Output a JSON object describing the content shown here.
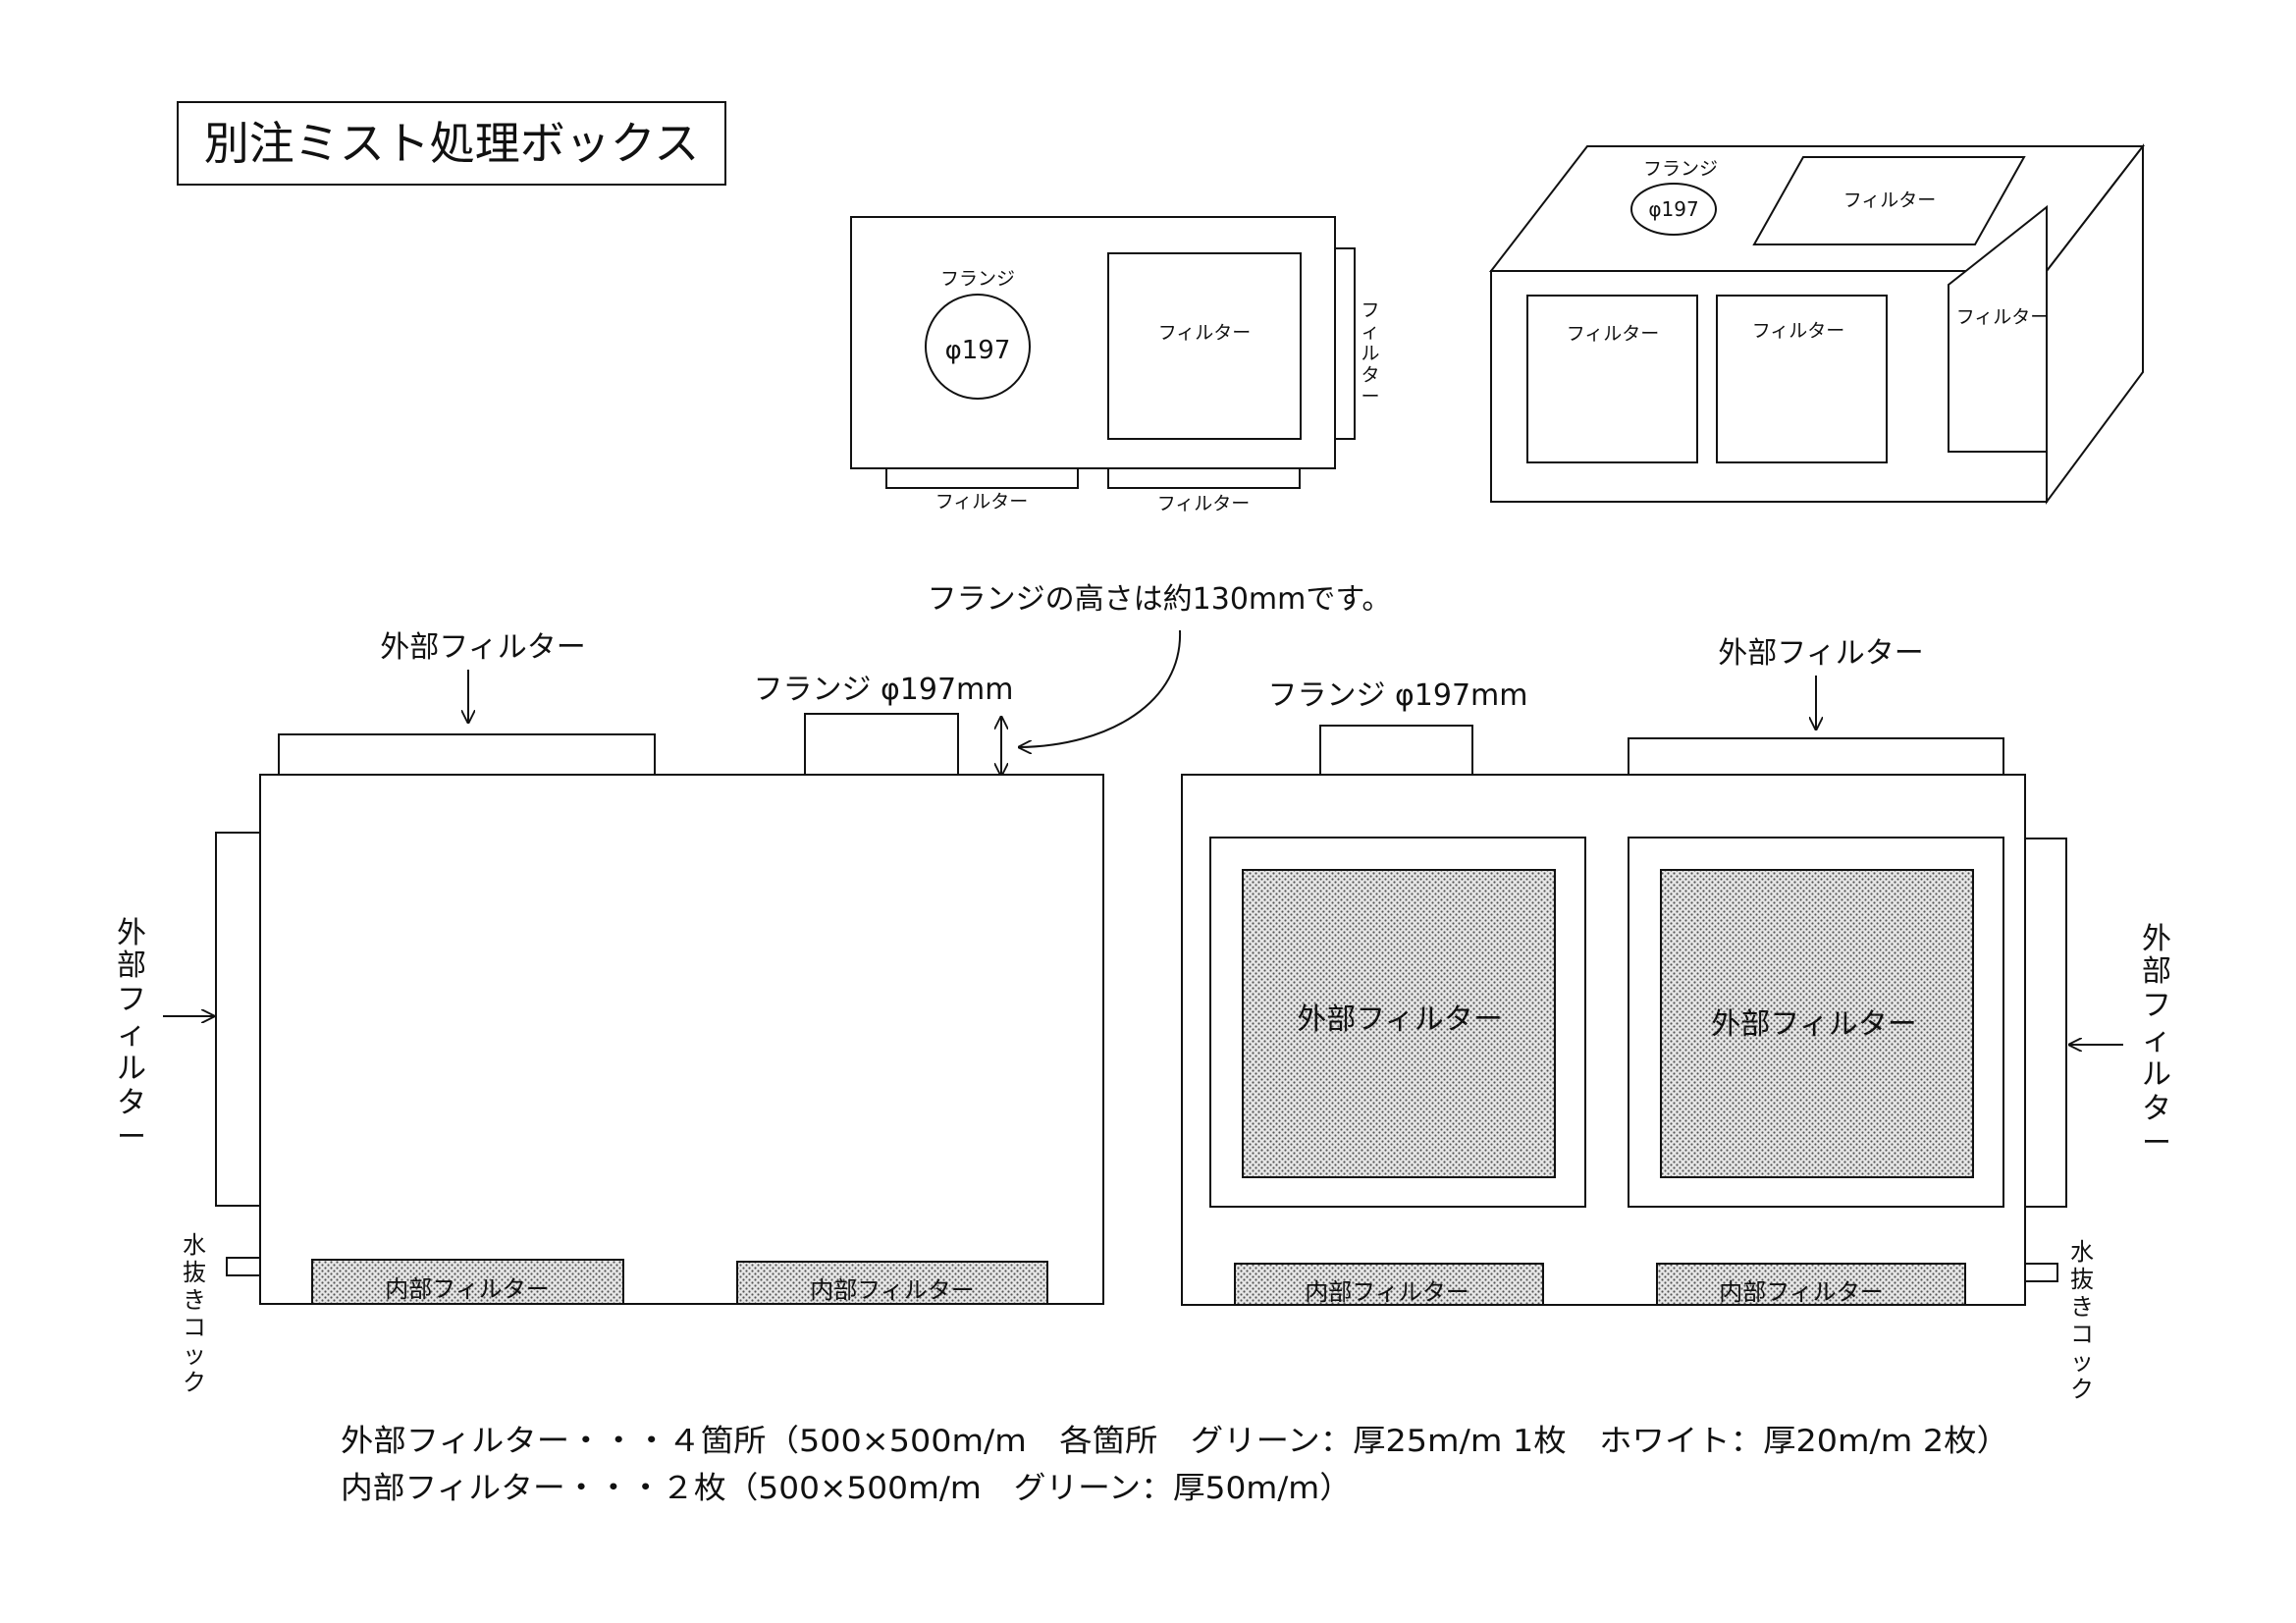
{
  "title": "別注ミスト処理ボックス",
  "labels": {
    "flange": "フランジ",
    "flange_dia": "φ197",
    "filter": "フィルター",
    "filter_vertical": [
      "フ",
      "ィ",
      "ル",
      "タ",
      "ー"
    ],
    "flange_height_note": "フランジの高さは約130mmです。",
    "flange_spec": "フランジ φ197mm",
    "external_filter": "外部フィルター",
    "external_filter_vertical": [
      "外",
      "部",
      "フ",
      "ィ",
      "ル",
      "タ",
      "ー"
    ],
    "internal_filter": "内部フィルター",
    "drain_cock_vertical": [
      "水",
      "抜",
      "き",
      "コ",
      "ッ",
      "ク"
    ]
  },
  "notes": [
    "外部フィルター・・・４箇所（500×500m/m　各箇所　グリーン：厚25m/m 1枚　ホワイト：厚20m/m 2枚）",
    "内部フィルター・・・２枚（500×500m/m　グリーン：厚50m/m）"
  ],
  "colors": {
    "line": "#111111",
    "filter_fill": "#d4d4d4",
    "background": "#ffffff"
  }
}
